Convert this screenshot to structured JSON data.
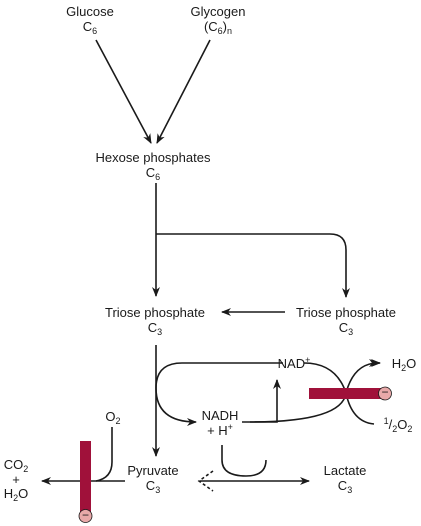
{
  "nodes": {
    "glucose": {
      "name": "Glucose",
      "carbon": "C",
      "carbon_sub": "6"
    },
    "glycogen": {
      "name": "Glycogen",
      "formula_open": "(C",
      "formula_sub": "6",
      "formula_close": ")",
      "formula_close_sub": "n"
    },
    "hexose": {
      "name": "Hexose phosphates",
      "carbon": "C",
      "carbon_sub": "6"
    },
    "triose_left": {
      "name": "Triose phosphate",
      "carbon": "C",
      "carbon_sub": "3"
    },
    "triose_right": {
      "name": "Triose phosphate",
      "carbon": "C",
      "carbon_sub": "3"
    },
    "nad": {
      "name": "NAD",
      "sup": "+"
    },
    "water_top": {
      "prefix": "H",
      "sub": "2",
      "suffix": "O"
    },
    "nadh": {
      "line1": "NADH",
      "line2_prefix": "+ H",
      "line2_sup": "+"
    },
    "half_oxygen": {
      "num": "1",
      "slash": "/",
      "den": "2",
      "o": "O",
      "o_sub": "2"
    },
    "oxygen": {
      "prefix": "O",
      "sub": "2"
    },
    "pyruvate": {
      "name": "Pyruvate",
      "carbon": "C",
      "carbon_sub": "3"
    },
    "lactate": {
      "name": "Lactate",
      "carbon": "C",
      "carbon_sub": "3"
    },
    "co2_h2o": {
      "co": "CO",
      "co_sub": "2",
      "plus": "+",
      "h": "H",
      "h_sub": "2",
      "h_suffix": "O"
    }
  },
  "inhibitors": {
    "symbol": "−",
    "bar_color": "#a0113a",
    "circle_color": "#e8a9a9"
  },
  "colors": {
    "line": "#1a1a1a"
  }
}
